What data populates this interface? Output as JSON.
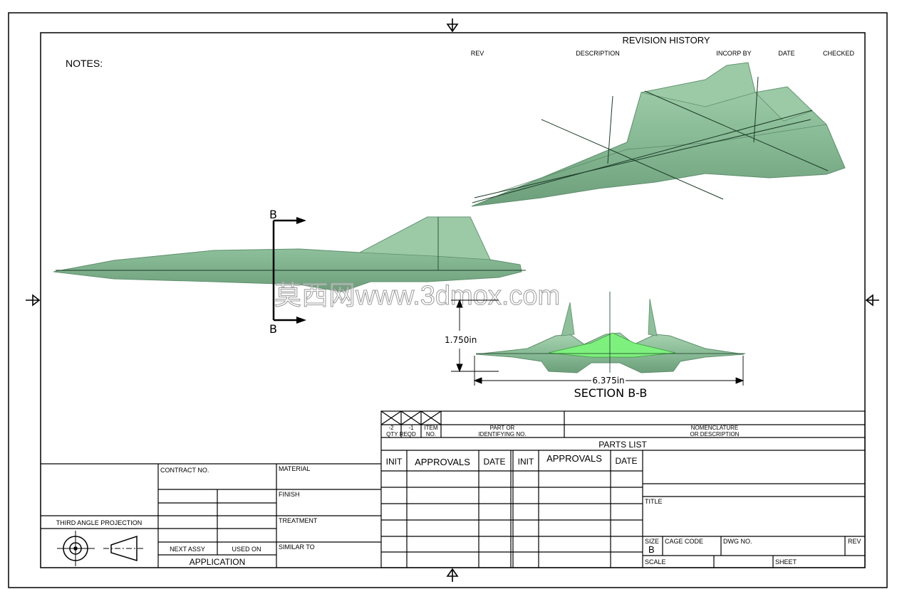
{
  "notes": {
    "label": "NOTES:"
  },
  "revision": {
    "title": "REVISION HISTORY",
    "columns": [
      "REV",
      "DESCRIPTION",
      "INCORP BY",
      "DATE",
      "CHECKED"
    ]
  },
  "section": {
    "marker": "B",
    "caption": "SECTION B-B",
    "dim_height": "1.750in",
    "dim_width": "6.375in"
  },
  "watermark": "莫西网www.3dmox.com",
  "parts_list": {
    "qty_a": "-2",
    "qty_b": "-1",
    "qty_label": "QTY REQD",
    "item_label_1": "ITEM",
    "item_label_2": "NO.",
    "part_label_1": "PART OR",
    "part_label_2": "IDENTIFYING NO.",
    "nom_label_1": "NOMENCLATURE",
    "nom_label_2": "OR DESCRIPTION",
    "title": "PARTS LIST"
  },
  "approvals": {
    "init_1": "INIT",
    "approvals_1": "APPROVALS",
    "date_1": "DATE",
    "init_2": "INIT",
    "approvals_2": "APPROVALS",
    "date_2": "DATE"
  },
  "left_block": {
    "contract_no": "CONTRACT NO.",
    "material": "MATERIAL",
    "finish": "FINISH",
    "treatment": "TREATMENT",
    "similar_to": "SIMILAR TO",
    "projection": "THIRD ANGLE PROJECTION",
    "next_assy": "NEXT ASSY",
    "used_on": "USED ON",
    "application": "APPLICATION"
  },
  "title_block": {
    "title": "TITLE",
    "size_label": "SIZE",
    "size_value": "B",
    "cage_code": "CAGE CODE",
    "dwg_no": "DWG NO.",
    "rev": "REV",
    "scale": "SCALE",
    "sheet": "SHEET"
  },
  "colors": {
    "model_fill": "#8fc39c",
    "model_dark": "#6b9c7a",
    "section_fill": "#7ef07e"
  }
}
